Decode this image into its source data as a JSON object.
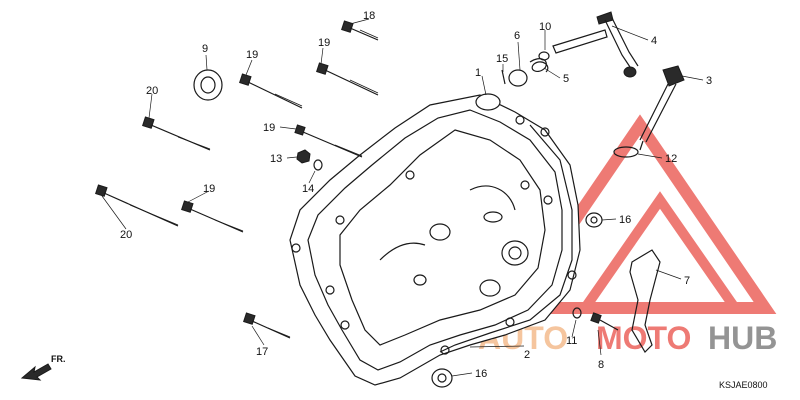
{
  "diagram": {
    "diagram_code": "KSJAE0800",
    "front_indicator": "FR.",
    "callouts": [
      {
        "id": "c1",
        "label": "1"
      },
      {
        "id": "c2",
        "label": "2"
      },
      {
        "id": "c3",
        "label": "3"
      },
      {
        "id": "c4",
        "label": "4"
      },
      {
        "id": "c5",
        "label": "5"
      },
      {
        "id": "c6",
        "label": "6"
      },
      {
        "id": "c7",
        "label": "7"
      },
      {
        "id": "c8",
        "label": "8"
      },
      {
        "id": "c9",
        "label": "9"
      },
      {
        "id": "c10",
        "label": "10"
      },
      {
        "id": "c11",
        "label": "11"
      },
      {
        "id": "c12",
        "label": "12"
      },
      {
        "id": "c13",
        "label": "13"
      },
      {
        "id": "c14",
        "label": "14"
      },
      {
        "id": "c15",
        "label": "15"
      },
      {
        "id": "c16a",
        "label": "16"
      },
      {
        "id": "c16b",
        "label": "16"
      },
      {
        "id": "c17",
        "label": "17"
      },
      {
        "id": "c18",
        "label": "18"
      },
      {
        "id": "c19a",
        "label": "19"
      },
      {
        "id": "c19b",
        "label": "19"
      },
      {
        "id": "c19c",
        "label": "19"
      },
      {
        "id": "c19d",
        "label": "19"
      },
      {
        "id": "c20a",
        "label": "20"
      },
      {
        "id": "c20b",
        "label": "20"
      }
    ]
  },
  "watermark": {
    "word_part_1": "AUTO",
    "word_part_2": "MOTO",
    "word_part_3": "HUB",
    "color_primary": "#e8473f",
    "color_secondary": "#f2b07a",
    "color_hub": "#6b6b6b"
  }
}
